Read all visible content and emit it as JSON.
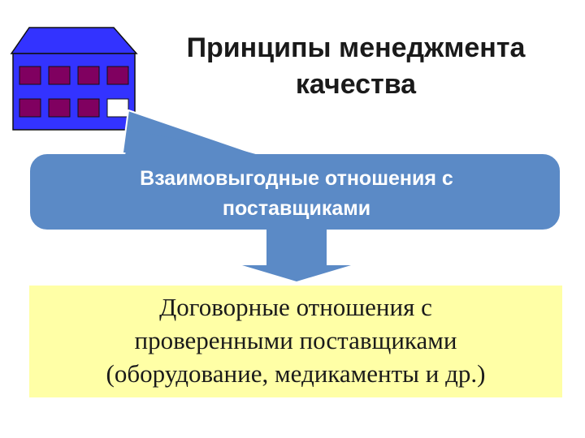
{
  "title": {
    "line1": "Принципы менеджмента",
    "line2": "качества"
  },
  "principle": {
    "line1": "Взаимовыгодные отношения с",
    "line2": "поставщиками"
  },
  "explanation": {
    "line1": "Договорные отношения с",
    "line2": "проверенными поставщиками",
    "line3": "(оборудование, медикаменты и др.)"
  },
  "icon": "office-building-icon",
  "colors": {
    "building_wall": "#3333ff",
    "building_roof": "#3333ff",
    "window": "#800060",
    "window_lit": "#ffffff",
    "callout_fill": "#5b8ac6",
    "arrow_fill": "#5b8ac6",
    "box_fill": "#ffffa6",
    "text_dark": "#1a1a1a",
    "text_light": "#ffffff"
  }
}
